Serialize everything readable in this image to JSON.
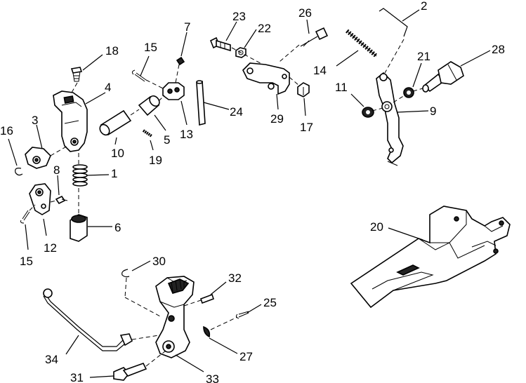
{
  "labels": {
    "p1": "1",
    "p2": "2",
    "p3": "3",
    "p4": "4",
    "p5": "5",
    "p6": "6",
    "p8": "8",
    "p9": "9",
    "p10": "10",
    "p11": "11",
    "p12": "12",
    "p13": "13",
    "p14": "14",
    "p15a": "15",
    "p15b": "15",
    "p16": "16",
    "p17": "17",
    "p18": "18",
    "p19": "19",
    "p20": "20",
    "p21": "21",
    "p22": "22",
    "p23": "23",
    "p24": "24",
    "p25": "25",
    "p26": "26",
    "p27": "27",
    "p28": "28",
    "p29": "29",
    "p30": "30",
    "p31": "31",
    "p32": "32",
    "p33": "33",
    "p34": "34",
    "p7": "7"
  }
}
